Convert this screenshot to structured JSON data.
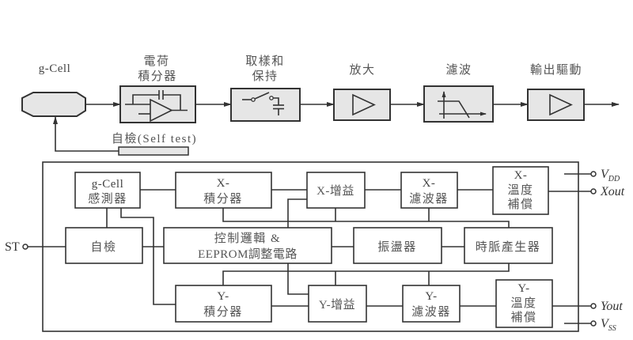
{
  "signal_chain": {
    "sensor": {
      "label": "g-Cell",
      "icon": "octagon-sensor"
    },
    "stages": [
      {
        "label_lines": [
          "電荷",
          "積分器"
        ],
        "icon": "op-amp-integrator"
      },
      {
        "label_lines": [
          "取樣和",
          "保持"
        ],
        "icon": "switch-capacitor"
      },
      {
        "label_lines": [
          "放大"
        ],
        "icon": "amplifier-triangle"
      },
      {
        "label_lines": [
          "濾波"
        ],
        "icon": "low-pass-response"
      },
      {
        "label_lines": [
          "輸出驅動"
        ],
        "icon": "buffer-triangle"
      }
    ],
    "self_test": {
      "label": "自檢(Self test)"
    }
  },
  "block_diagram": {
    "blocks": {
      "gcell_sensor": {
        "lines": [
          "g-Cell",
          "感測器"
        ]
      },
      "x_integrator": {
        "lines": [
          "X-",
          "積分器"
        ]
      },
      "x_gain": {
        "lines": [
          "X-增益"
        ]
      },
      "x_filter": {
        "lines": [
          "X-",
          "濾波器"
        ]
      },
      "x_temp_comp": {
        "lines": [
          "X-",
          "溫度",
          "補償"
        ]
      },
      "self_test": {
        "lines": [
          "自檢"
        ]
      },
      "control": {
        "lines": [
          "控制邏輯 &",
          "EEPROM調整電路"
        ]
      },
      "oscillator": {
        "lines": [
          "振盪器"
        ]
      },
      "clock_gen": {
        "lines": [
          "時脈產生器"
        ]
      },
      "y_integrator": {
        "lines": [
          "Y-",
          "積分器"
        ]
      },
      "y_gain": {
        "lines": [
          "Y-增益"
        ]
      },
      "y_filter": {
        "lines": [
          "Y-",
          "濾波器"
        ]
      },
      "y_temp_comp": {
        "lines": [
          "Y-",
          "溫度",
          "補償"
        ]
      }
    },
    "pins": {
      "st": "ST",
      "vdd": {
        "main": "V",
        "sub": "DD"
      },
      "xout": "Xout",
      "yout": "Yout",
      "vss": {
        "main": "V",
        "sub": "SS"
      }
    }
  },
  "colors": {
    "line": "#333333",
    "text": "#555555",
    "shaded_fill": "#e6e6e6",
    "plain_fill": "#ffffff",
    "background": "#ffffff"
  }
}
